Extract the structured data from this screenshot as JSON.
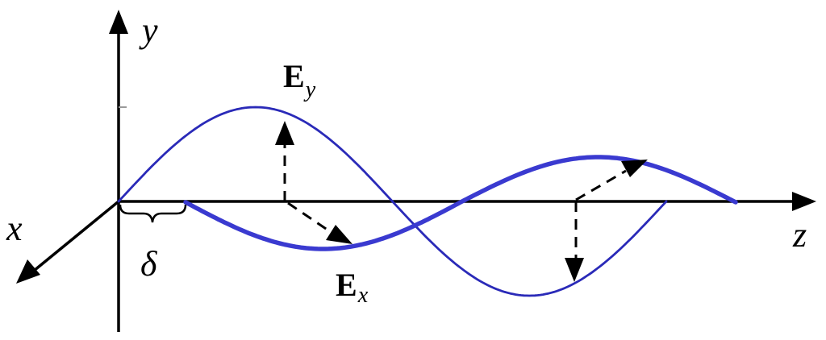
{
  "axes": {
    "x_label": "x",
    "y_label": "y",
    "z_label": "z"
  },
  "labels": {
    "ey_main": "E",
    "ey_sub": "y",
    "ex_main": "E",
    "ex_sub": "x",
    "delta": "δ"
  },
  "colors": {
    "axis": "#000000",
    "ey_wave": "#2a2ab8",
    "ex_wave": "#3a3ad0",
    "arrows": "#000000"
  }
}
